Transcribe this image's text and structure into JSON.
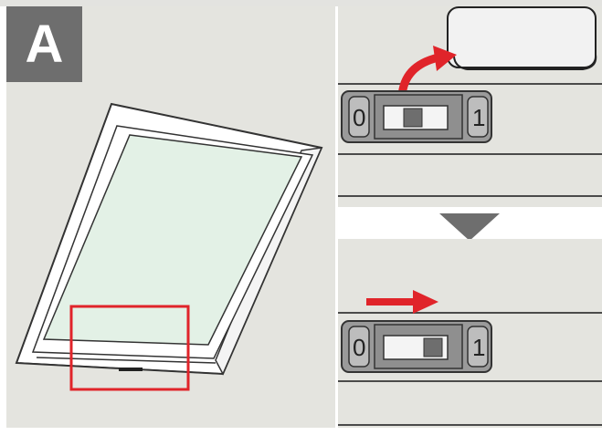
{
  "step_badge": {
    "label": "A"
  },
  "switch_top": {
    "label_off": "0",
    "label_on": "1",
    "position": "off"
  },
  "switch_bottom": {
    "label_off": "0",
    "label_on": "1",
    "position": "on"
  },
  "colors": {
    "highlight_box": "#e0242a",
    "arrow": "#e0242a",
    "glass": "#e3f1e6",
    "panel_bg": "#e4e4df",
    "badge_bg": "#6e6e6e"
  },
  "icons": [
    "curved-arrow-icon",
    "right-arrow-icon",
    "down-triangle-icon"
  ]
}
